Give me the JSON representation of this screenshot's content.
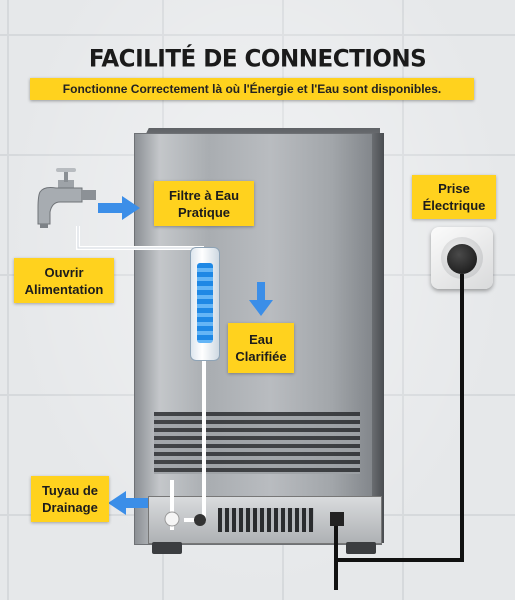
{
  "header": {
    "title": "FACILITÉ DE CONNECTIONS",
    "subtitle": "Fonctionne Correctement là où l'Énergie et l'Eau sont disponibles."
  },
  "labels": {
    "filtre": "Filtre à Eau\nPratique",
    "ouvrir": "Ouvrir\nAlimentation",
    "eau": "Eau\nClarifiée",
    "prise": "Prise\nÉlectrique",
    "tuyau": "Tuyau de\nDrainage"
  },
  "colors": {
    "label_bg": "#ffd21e",
    "arrow": "#3b8ee8",
    "pipe": "#ffffff",
    "cable": "#111111"
  },
  "icons": [
    "faucet-icon",
    "water-filter-icon",
    "power-socket-icon",
    "plug-icon",
    "arrow-icon"
  ]
}
